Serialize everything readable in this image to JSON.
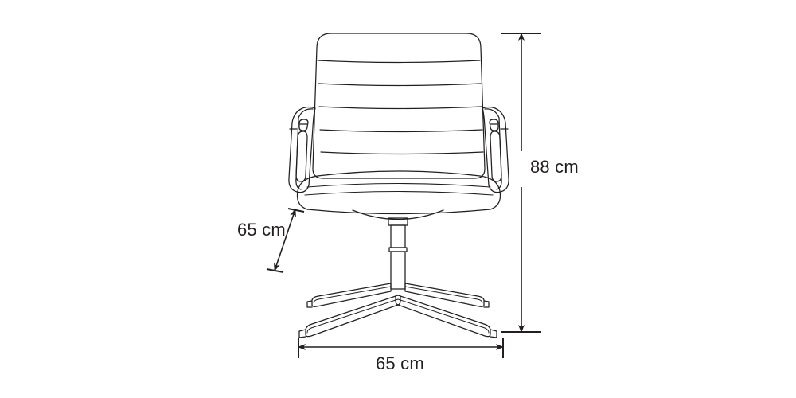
{
  "drawing": {
    "subject": "office-chair-front-elevation",
    "style": "technical-line-drawing",
    "background_color": "#ffffff",
    "line_color": "#231f20",
    "dimension_color": "#231f20"
  },
  "dimensions": {
    "height": {
      "value": "88 cm",
      "orientation": "vertical",
      "position": "right",
      "name": "overall-height"
    },
    "depth": {
      "value": "65 cm",
      "orientation": "diagonal",
      "position": "left",
      "name": "overall-depth"
    },
    "width": {
      "value": "65 cm",
      "orientation": "horizontal",
      "position": "bottom",
      "name": "overall-width"
    }
  },
  "chair_parts": {
    "backrest": "backrest-panel",
    "backrest_seams": 5,
    "armrest_left": "armrest-left",
    "armrest_right": "armrest-right",
    "seat": "seat-cushion",
    "seat_seams": 2,
    "column": "gas-lift-column",
    "base": "four-star-base",
    "base_legs": 4
  }
}
